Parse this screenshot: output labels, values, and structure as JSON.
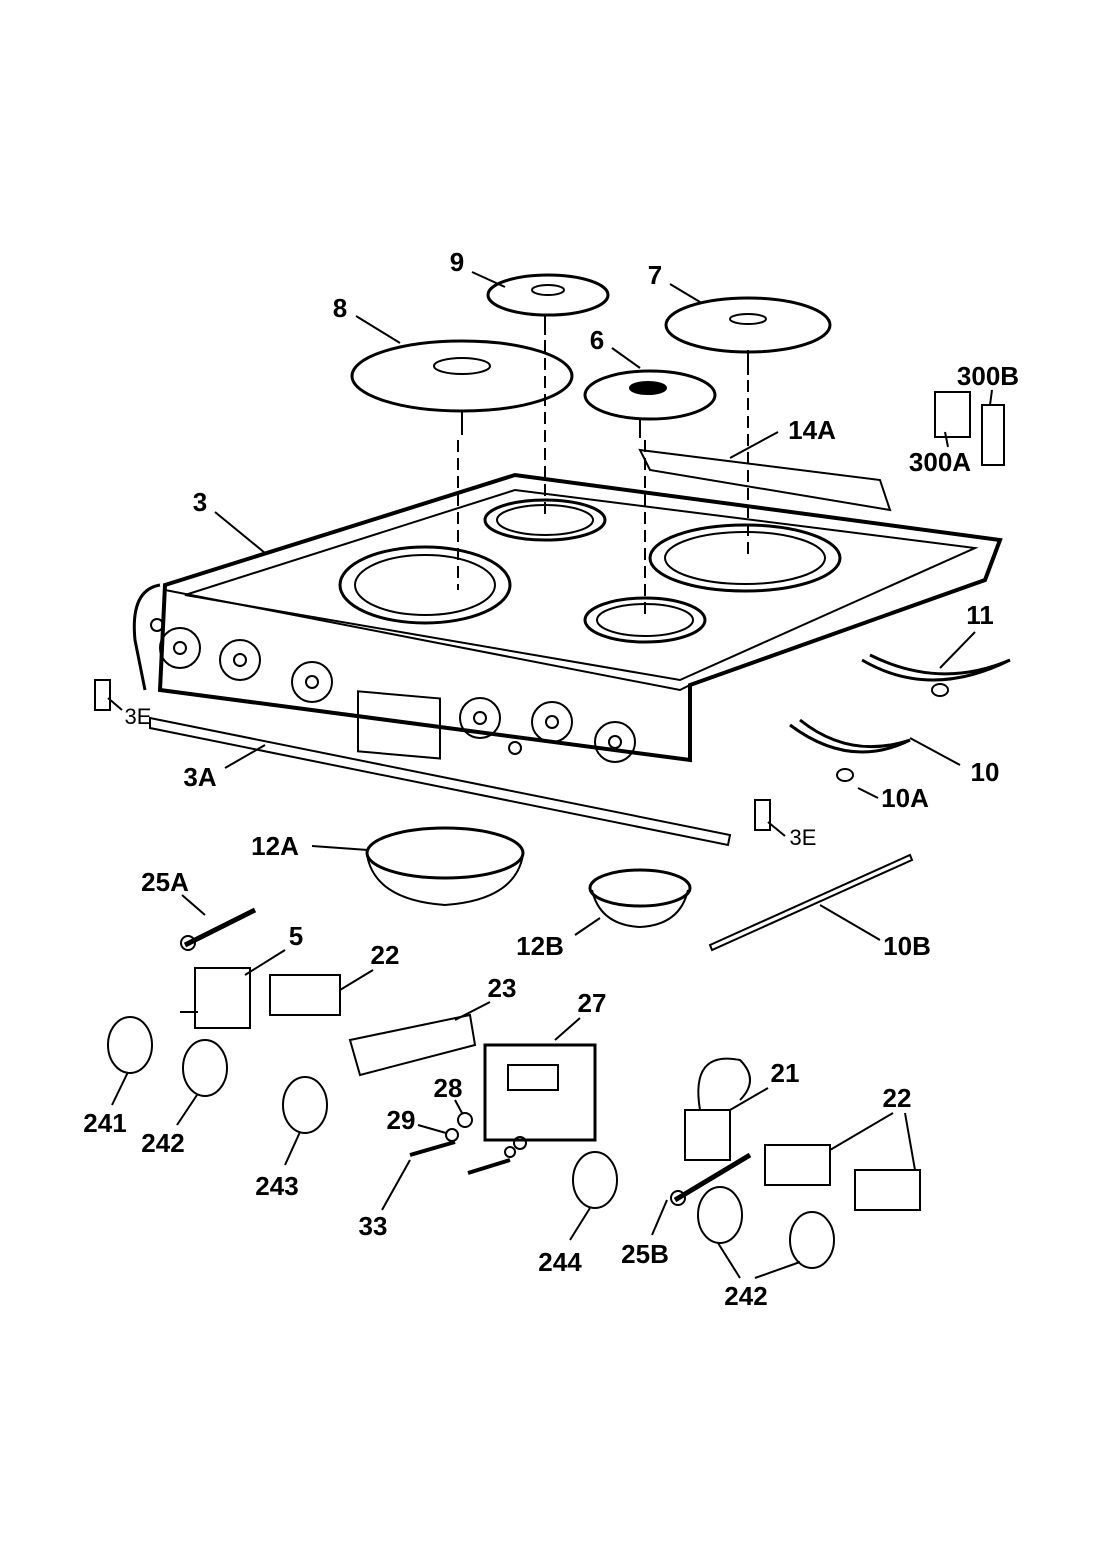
{
  "title": "Cooktop exploded parts diagram",
  "colors": {
    "ink": "#000000",
    "paper": "#ffffff"
  },
  "labels": {
    "p9": "9",
    "p7": "7",
    "p8": "8",
    "p6": "6",
    "p300B": "300B",
    "p14A": "14A",
    "p300A": "300A",
    "p3": "3",
    "p11": "11",
    "p3E_left": "3E",
    "p3A": "3A",
    "p10": "10",
    "p10A": "10A",
    "p3E_right": "3E",
    "p12A": "12A",
    "p25A": "25A",
    "p12B": "12B",
    "p10B": "10B",
    "p5": "5",
    "p22_top": "22",
    "p23": "23",
    "p27": "27",
    "p28": "28",
    "p21": "21",
    "p22_right": "22",
    "p29": "29",
    "p241": "241",
    "p242_left": "242",
    "p243": "243",
    "p33": "33",
    "p244": "244",
    "p25B": "25B",
    "p242_bottom": "242"
  }
}
